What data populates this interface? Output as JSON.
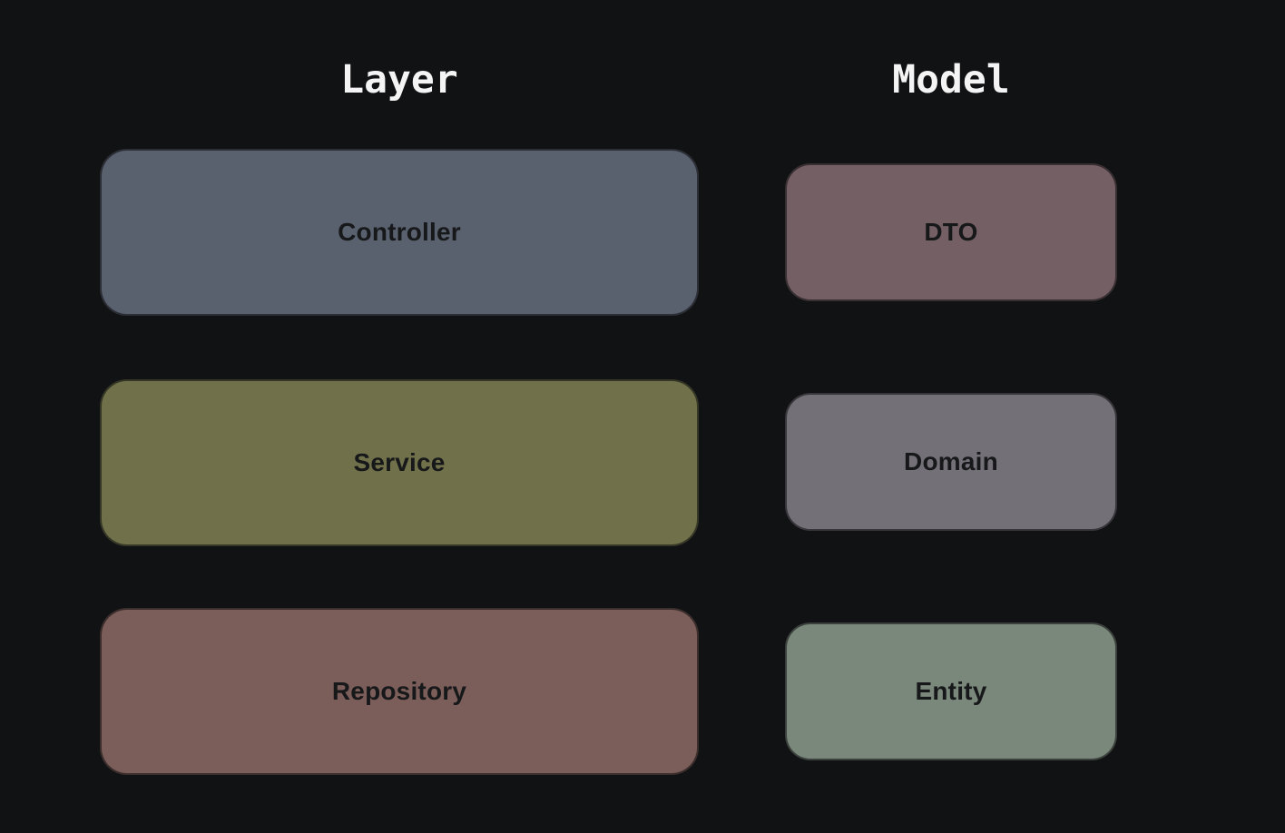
{
  "diagram": {
    "background_color": "#111214",
    "title_color": "#f4f4f4",
    "label_color": "#17181a",
    "columns": [
      {
        "title": "Layer",
        "boxes": [
          {
            "label": "Controller",
            "color": "#59606e"
          },
          {
            "label": "Service",
            "color": "#70714a"
          },
          {
            "label": "Repository",
            "color": "#7b5d59"
          }
        ]
      },
      {
        "title": "Model",
        "boxes": [
          {
            "label": "DTO",
            "color": "#746064"
          },
          {
            "label": "Domain",
            "color": "#737078"
          },
          {
            "label": "Entity",
            "color": "#7a877b"
          }
        ]
      }
    ]
  }
}
